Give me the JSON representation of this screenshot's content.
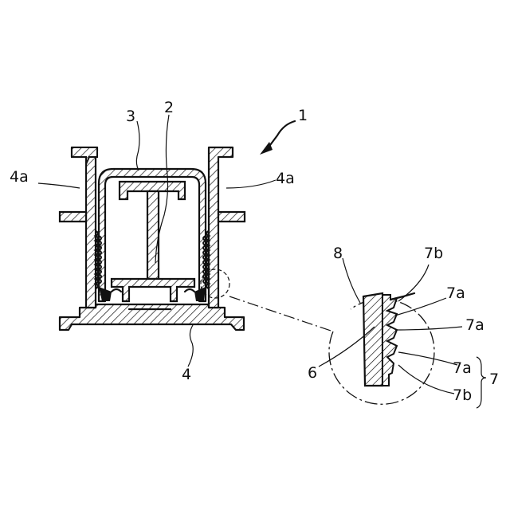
{
  "figure": {
    "labels": {
      "assembly": "1",
      "inner_part": "2",
      "cover": "3",
      "housing": "4",
      "housing_wall_left": "4a",
      "housing_wall_right": "4a",
      "detail_6": "6",
      "detail_7": "7",
      "detail_7a_1": "7a",
      "detail_7a_2": "7a",
      "detail_7a_3": "7a",
      "detail_7b_top": "7b",
      "detail_7b_bottom": "7b",
      "detail_8": "8"
    }
  }
}
